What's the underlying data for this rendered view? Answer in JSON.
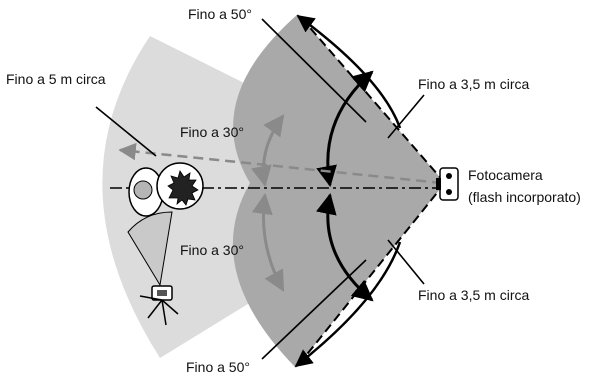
{
  "labels": {
    "top_angle": "Fino a 50°",
    "bottom_angle": "Fino a 50°",
    "inner_top_angle": "Fino a 30°",
    "inner_bottom_angle": "Fino a 30°",
    "range_far": "Fino a 5 m circa",
    "range_top": "Fino a 3,5 m circa",
    "range_bottom": "Fino a 3,5 m circa",
    "camera_line1": "Fotocamera",
    "camera_line2": "(flash incorporato)"
  },
  "colors": {
    "outer_sector": "#dcdcdc",
    "inner_sector": "#a9a9a9",
    "arrow_gray": "#8a8a8a",
    "line_black": "#000000",
    "background": "#ffffff"
  },
  "icons": [
    "camera-icon",
    "person-icon",
    "plant-icon",
    "tripod-camera-icon"
  ]
}
